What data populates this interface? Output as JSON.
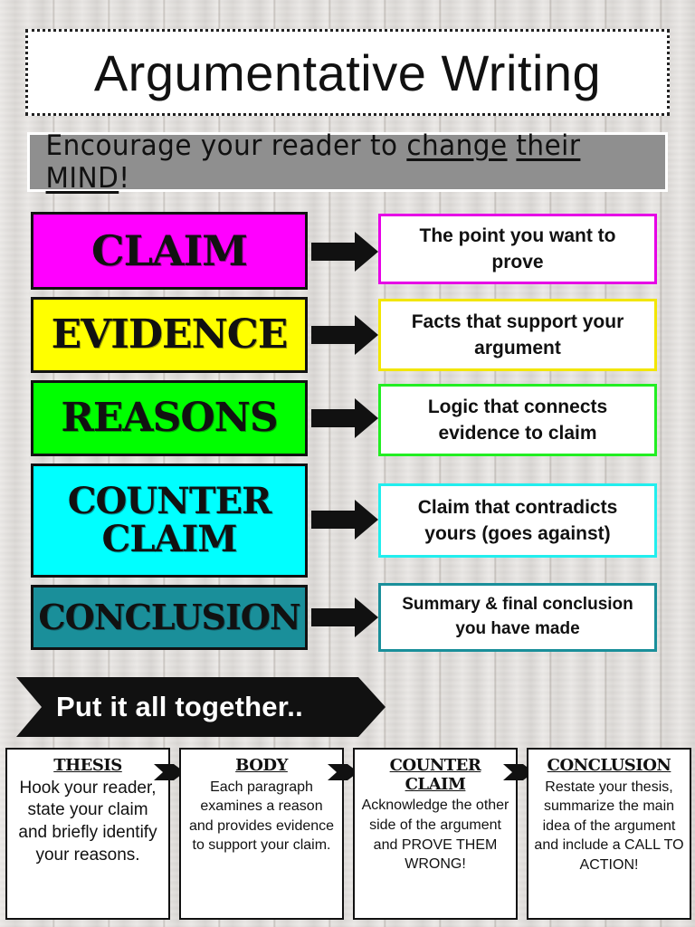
{
  "title": "Argumentative Writing",
  "subtitle": {
    "part1": "Encourage your reader to ",
    "underline1": "change",
    "space1": " ",
    "underline2": "their",
    "space2": " ",
    "underline3": "MIND",
    "end": "!"
  },
  "elements": [
    {
      "term_line1": "CLAIM",
      "term_line2": "",
      "definition": "The point you want to prove",
      "fill_color": "#ff00ff",
      "border_color": "#e600e6"
    },
    {
      "term_line1": "EVIDENCE",
      "term_line2": "",
      "definition": "Facts that support your argument",
      "fill_color": "#ffff00",
      "border_color": "#f2e600"
    },
    {
      "term_line1": "REASONS",
      "term_line2": "",
      "definition": "Logic that connects evidence to claim",
      "fill_color": "#00ff00",
      "border_color": "#22ee22"
    },
    {
      "term_line1": "COUNTER",
      "term_line2": "CLAIM",
      "definition": "Claim that contradicts yours (goes against)",
      "fill_color": "#00ffff",
      "border_color": "#22eeee"
    },
    {
      "term_line1": "CONCLUSION",
      "term_line2": "",
      "definition": "Summary & final conclusion you have made",
      "fill_color": "#1a8f9a",
      "border_color": "#1a8f9a"
    }
  ],
  "banner": {
    "text": "Put it all together..",
    "color": "#111111"
  },
  "steps": [
    {
      "heading_line1": "THESIS",
      "heading_line2": "",
      "body": "Hook your reader, state your claim and briefly identify your reasons."
    },
    {
      "heading_line1": "BODY",
      "heading_line2": "",
      "body": "Each paragraph examines a reason and provides evidence to support your claim."
    },
    {
      "heading_line1": "COUNTER",
      "heading_line2": "CLAIM",
      "body": "Acknowledge the other side of the argument and PROVE THEM WRONG!"
    },
    {
      "heading_line1": "CONCLUSION",
      "heading_line2": "",
      "body": "Restate your thesis, summarize the main idea of the argument and include a CALL TO ACTION!"
    }
  ]
}
